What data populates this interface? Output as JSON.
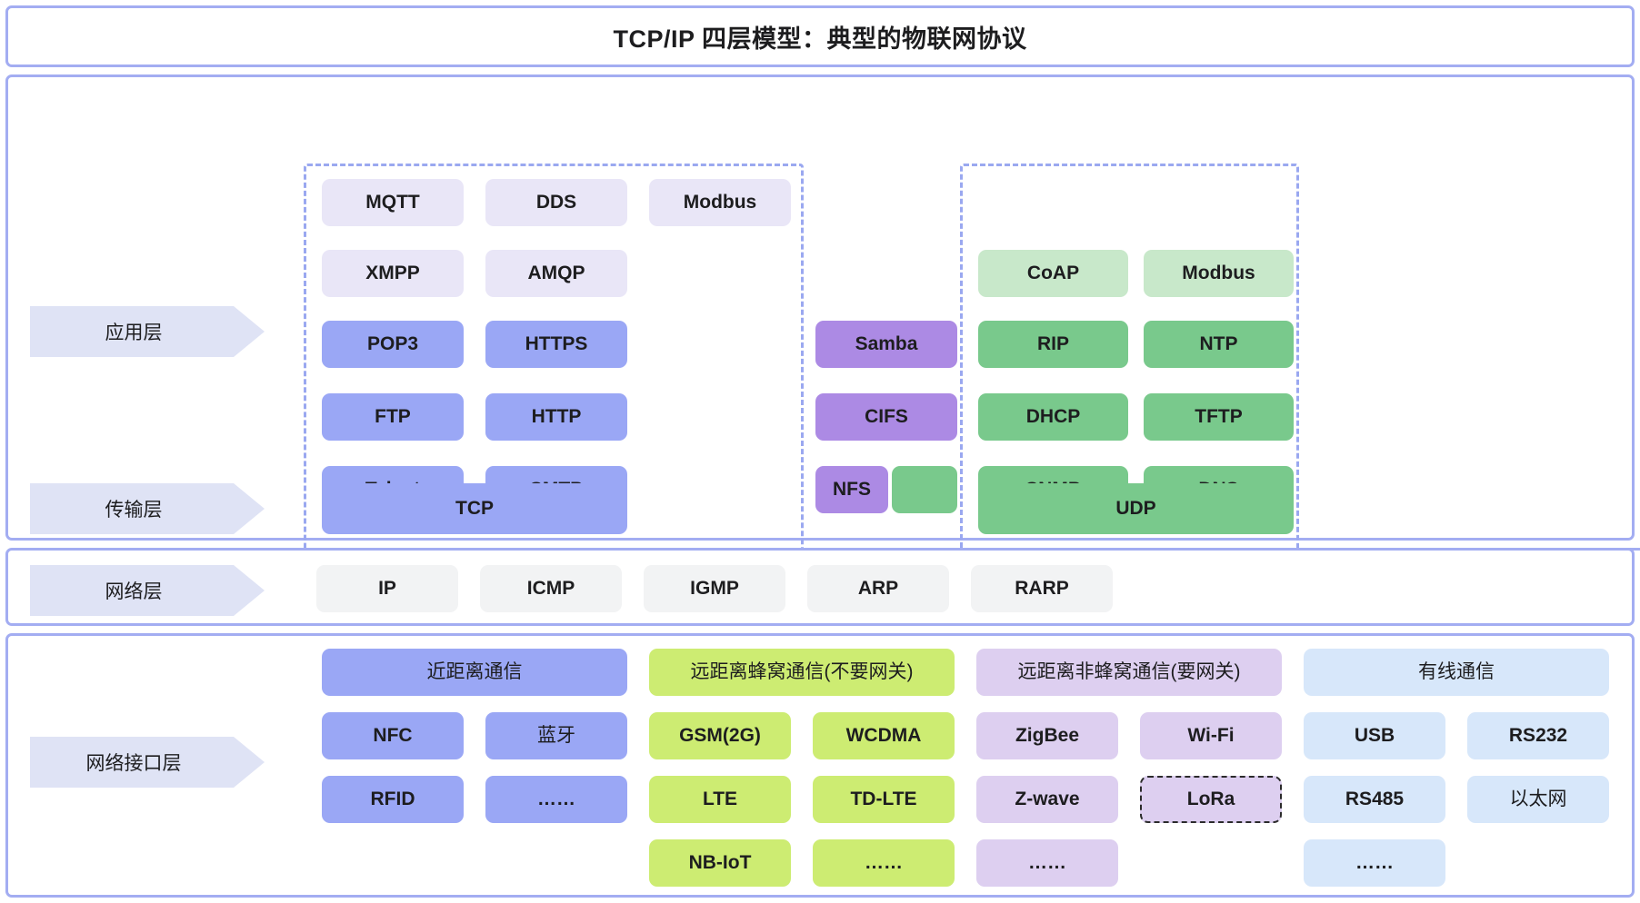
{
  "title": "TCP/IP 四层模型：典型的物联网协议",
  "palette": {
    "frame_border": "#a3adf2",
    "dashed_group": "#9aa8f0",
    "chevron_bg": "#dfe3f5",
    "lavender": "#e9e6f7",
    "periwinkle": "#9aa7f5",
    "purple": "#ac8ae4",
    "mint": "#c8e8ca",
    "green": "#79c98c",
    "grey": "#f2f3f4",
    "lime": "#cdec72",
    "lilac": "#ddcff0",
    "skyblue": "#d7e7fa"
  },
  "layers": {
    "application": {
      "label": "应用层"
    },
    "transport": {
      "label": "传输层"
    },
    "network": {
      "label": "网络层"
    },
    "link": {
      "label": "网络接口层"
    }
  },
  "application_layer": {
    "tcp_column_a": [
      "MQTT",
      "XMPP",
      "POP3",
      "FTP",
      "Telnet"
    ],
    "tcp_column_b": [
      "DDS",
      "AMQP",
      "HTTPS",
      "HTTP",
      "SMTP"
    ],
    "tcp_column_c": [
      "Modbus"
    ],
    "middle_column": [
      "Samba",
      "CIFS",
      "NFS"
    ],
    "nfs_adjacent_blank": "",
    "udp_column_a": [
      "CoAP",
      "RIP",
      "DHCP",
      "SNMP"
    ],
    "udp_column_b": [
      "Modbus",
      "NTP",
      "TFTP",
      "DNS"
    ]
  },
  "transport_layer": {
    "tcp": "TCP",
    "udp": "UDP"
  },
  "network_layer": {
    "protocols": [
      "IP",
      "ICMP",
      "IGMP",
      "ARP",
      "RARP"
    ]
  },
  "link_layer": {
    "groups": [
      {
        "header": "近距离通信",
        "color": "periwinkle",
        "items": [
          "NFC",
          "蓝牙",
          "RFID",
          "……"
        ]
      },
      {
        "header": "远距离蜂窝通信(不要网关)",
        "color": "lime",
        "items": [
          "GSM(2G)",
          "WCDMA",
          "LTE",
          "TD-LTE",
          "NB-IoT",
          "……"
        ]
      },
      {
        "header": "远距离非蜂窝通信(要网关)",
        "color": "lilac",
        "items": [
          "ZigBee",
          "Wi-Fi",
          "Z-wave",
          "LoRa",
          "……"
        ]
      },
      {
        "header": "有线通信",
        "color": "skyblue",
        "items": [
          "USB",
          "RS232",
          "RS485",
          "以太网",
          "……"
        ]
      }
    ]
  }
}
